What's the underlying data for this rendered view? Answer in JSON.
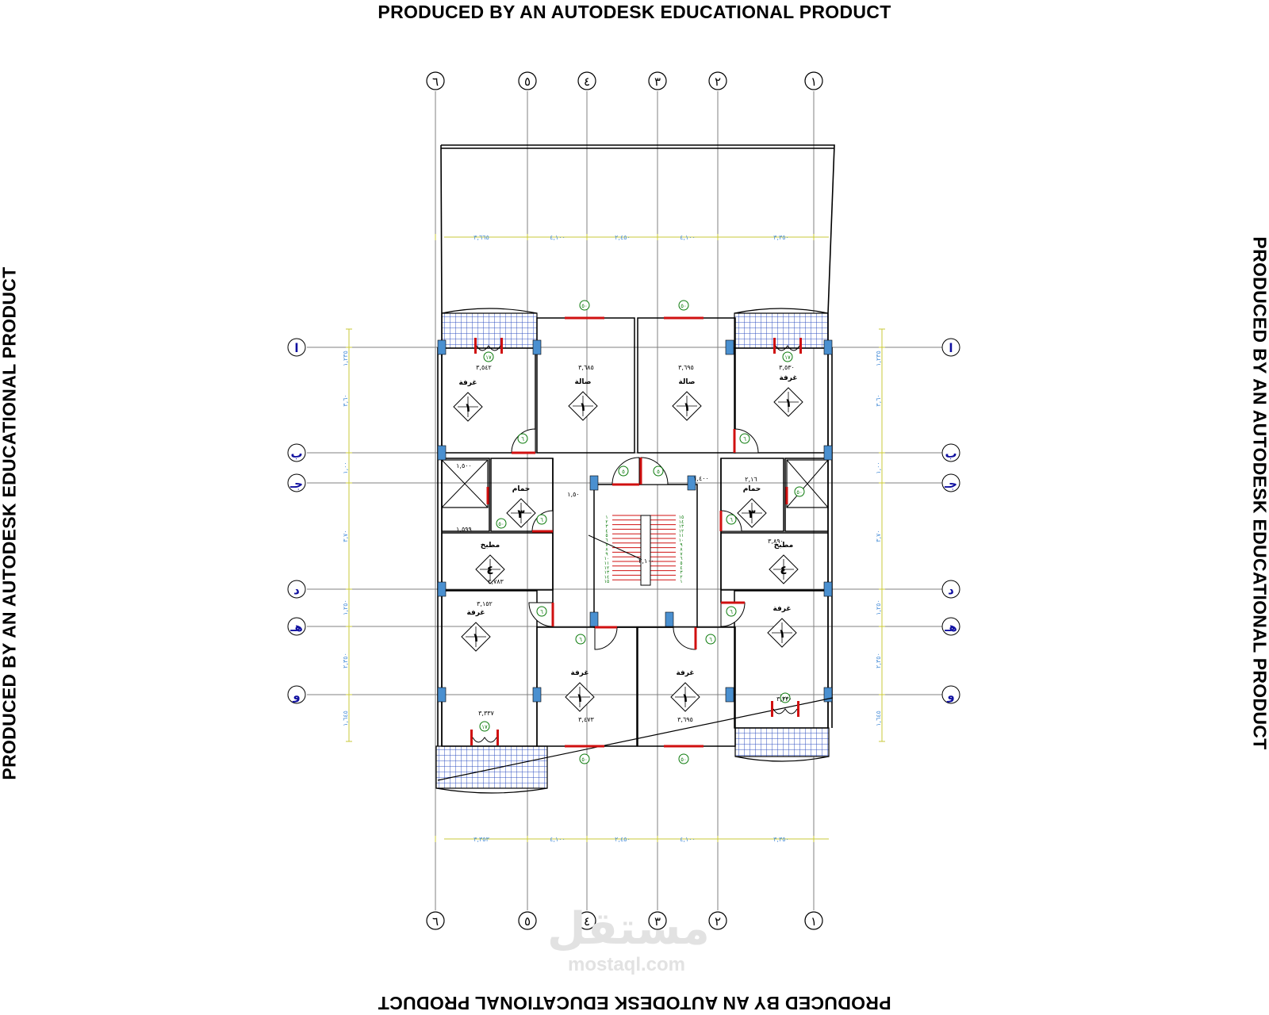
{
  "watermark_stamp": "PRODUCED BY AN AUTODESK EDUCATIONAL PRODUCT",
  "grid": {
    "columns": [
      "٦",
      "٥",
      "٤",
      "٣",
      "٢",
      "١"
    ],
    "rows": [
      "ا",
      "ب",
      "جـ",
      "د",
      "هـ",
      "و"
    ]
  },
  "dimensions": {
    "top": [
      "٣,٦٦٥",
      "٤,١٠٠",
      "٢,٤٥٠",
      "٤,١٠٠",
      "٣,٣٥٠"
    ],
    "bottom": [
      "٣,٣٥٣",
      "٤,١٠٠",
      "٢,٤٥٠",
      "٤,١٠٠",
      "٣,٣٥٠"
    ],
    "left": [
      "١,٢٣٥",
      "٣,٦٠",
      "١,٠٠",
      "٣,٧٠",
      "١,٢٥٠",
      "٢,٣٥٠",
      "١,٦٤٥"
    ],
    "right": [
      "١,٢٣٥",
      "٣,٦٠",
      "١,٠٠",
      "٣,٧٠",
      "١,٢٥٠",
      "٢,٣٥٠",
      "١,٦٤٥"
    ]
  },
  "rooms": {
    "w_room_top": "غرفة",
    "w_living": "صالة",
    "e_living": "صالة",
    "e_room_top": "غرفة",
    "w_bath": "حمام",
    "e_bath": "حمام",
    "w_kitchen": "مطبخ",
    "e_kitchen": "مطبخ",
    "w_room_bottom": "غرفة",
    "w_room_inner": "غرفة",
    "e_room_inner": "غرفة",
    "e_room_bottom": "غرفة"
  },
  "room_tags": {
    "room": "١",
    "bath": "٣",
    "kitchen": "٤"
  },
  "room_dims": {
    "w_room_top": "٣,٥٤٢",
    "w_living": "٣,٦٨٥",
    "e_living": "٣,٦٩٥",
    "e_room_top": "٣,٥٣٠",
    "w_kitchen": "٣,٧٨٣",
    "e_kitchen": "٣,٨٩٠",
    "w_room_bottom_top": "٣,١٥٢",
    "w_room_bottom": "٣,٣٣٧",
    "w_room_inner": "٣,٤٧٣",
    "e_room_inner": "٣,٦٩٥",
    "e_room_bottom": "٣,٣٣٠",
    "e_bath": "٢,١٦",
    "w_small_top": "١,٥٠٠",
    "w_small_bottom": "١,٥٩٩",
    "w_corridor": "١,٥٠",
    "e_corridor": "١,٤٠٠",
    "stair": "٢,١٠٠"
  },
  "door_tags": {
    "balcony_door": "١٧",
    "room_door": "٦",
    "stair_door": "٥"
  },
  "window_tags": {
    "window": "٥٠"
  },
  "stair_steps": [
    "١",
    "٢",
    "٣",
    "٤",
    "٥",
    "٦",
    "٧",
    "٨",
    "٩",
    "١٠",
    "١١",
    "١٢",
    "١٣",
    "١٤",
    "١٥"
  ],
  "brand": {
    "logo_text": "مستقل",
    "site": "mostaql.com"
  },
  "colors": {
    "wall": "#000000",
    "grid": "#808080",
    "dimension": "#c9c93a",
    "dimension_text": "#4a8fd8",
    "grid_label": "#1010a0",
    "door": "#d01010",
    "window": "#4a90d0",
    "tag": "#0a7a0a",
    "hatch": "#3050c0"
  }
}
